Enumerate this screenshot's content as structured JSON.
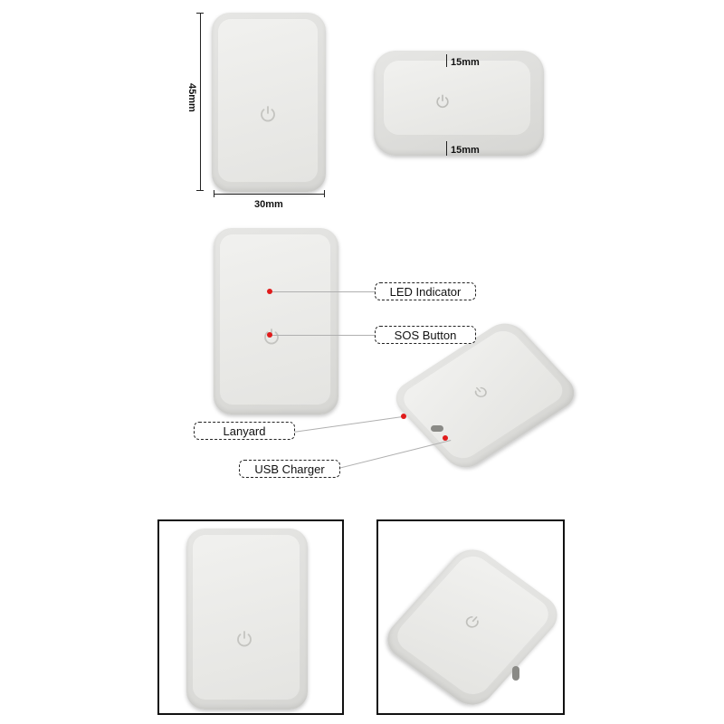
{
  "dimensions": {
    "height": "45mm",
    "width": "30mm",
    "thickness_top": "15mm",
    "thickness_bottom": "15mm"
  },
  "callouts": {
    "led": "LED Indicator",
    "sos": "SOS Button",
    "lanyard": "Lanyard",
    "usb": "USB Charger"
  },
  "icons": {
    "power": "power-icon"
  },
  "colors": {
    "device_body": "#e4e4e1",
    "indicator_dot": "#e01b1b",
    "frame_border": "#111111"
  }
}
